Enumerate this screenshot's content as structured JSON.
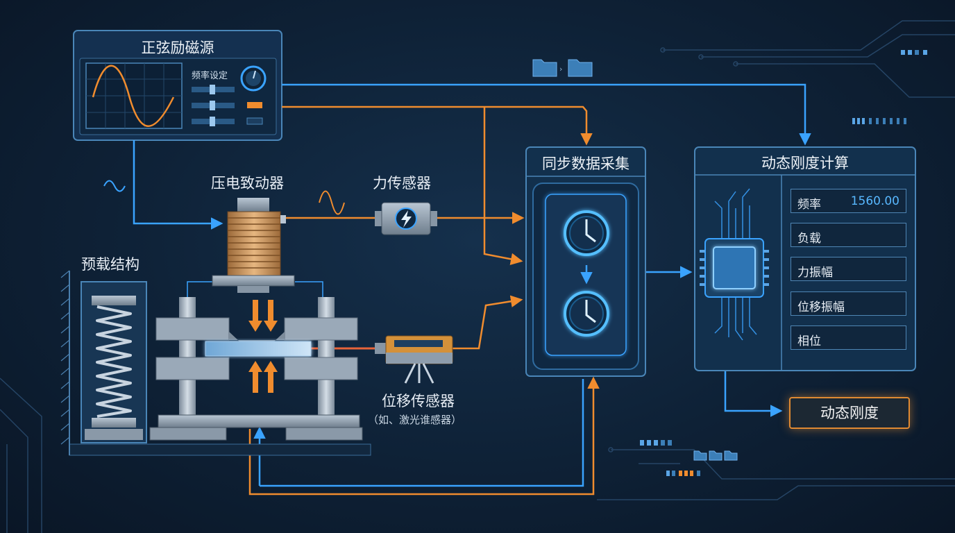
{
  "source": {
    "title": "正弦励磁源",
    "freq_label": "频率设定"
  },
  "labels": {
    "actuator": "压电致动器",
    "force_sensor": "力传感器",
    "preload": "预载结构",
    "displacement_sensor": "位移传感器",
    "displacement_note": "（如、激光谁感器）"
  },
  "sync": {
    "title": "同步数据采集"
  },
  "calc": {
    "title": "动态刚度计算",
    "params": [
      {
        "name": "频率",
        "value": "1560.00"
      },
      {
        "name": "负载",
        "value": ""
      },
      {
        "name": "力振幅",
        "value": ""
      },
      {
        "name": "位移振幅",
        "value": ""
      },
      {
        "name": "相位",
        "value": ""
      }
    ]
  },
  "result": {
    "label": "动态刚度"
  },
  "colors": {
    "blue_line": "#3aa3ff",
    "orange_line": "#f08c2e",
    "panel_border": "#4a86b8",
    "background": "#0e2136"
  },
  "icons": [
    "sine-wave-icon",
    "knob-icon",
    "lightning-icon",
    "clock-icon",
    "chip-icon",
    "folder-icon",
    "spring-icon",
    "laser-sensor-icon"
  ]
}
